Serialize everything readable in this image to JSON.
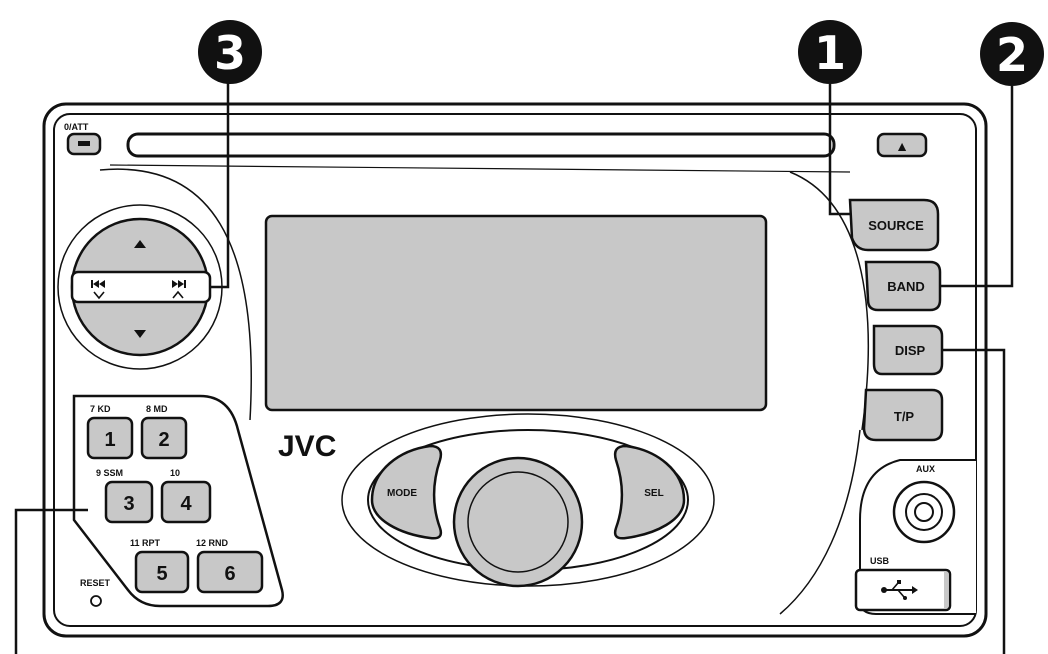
{
  "callouts": [
    "1",
    "2",
    "3"
  ],
  "brand": "JVC",
  "top_left_label": "0/ATT",
  "eject_symbol": "▲",
  "buttons": {
    "source": "SOURCE",
    "band": "BAND",
    "disp": "DISP",
    "tp": "T/P",
    "mode": "MODE",
    "sel": "SEL"
  },
  "presets": [
    {
      "digit": "1",
      "alt": "7 KD"
    },
    {
      "digit": "2",
      "alt": "8 MD"
    },
    {
      "digit": "3",
      "alt": "9 SSM"
    },
    {
      "digit": "4",
      "alt": "10"
    },
    {
      "digit": "5",
      "alt": "11 RPT"
    },
    {
      "digit": "6",
      "alt": "12 RND"
    }
  ],
  "reset_label": "RESET",
  "aux_label": "AUX",
  "usb_label": "USB",
  "icons": {
    "up": "arrow-up-icon",
    "down": "arrow-down-icon",
    "prev": "skip-back-icon",
    "next": "skip-forward-icon",
    "eject": "eject-icon",
    "usb": "usb-icon"
  },
  "colors": {
    "button_fill": "#c8c8c8",
    "callout_fill": "#111111",
    "outline": "#111111"
  }
}
